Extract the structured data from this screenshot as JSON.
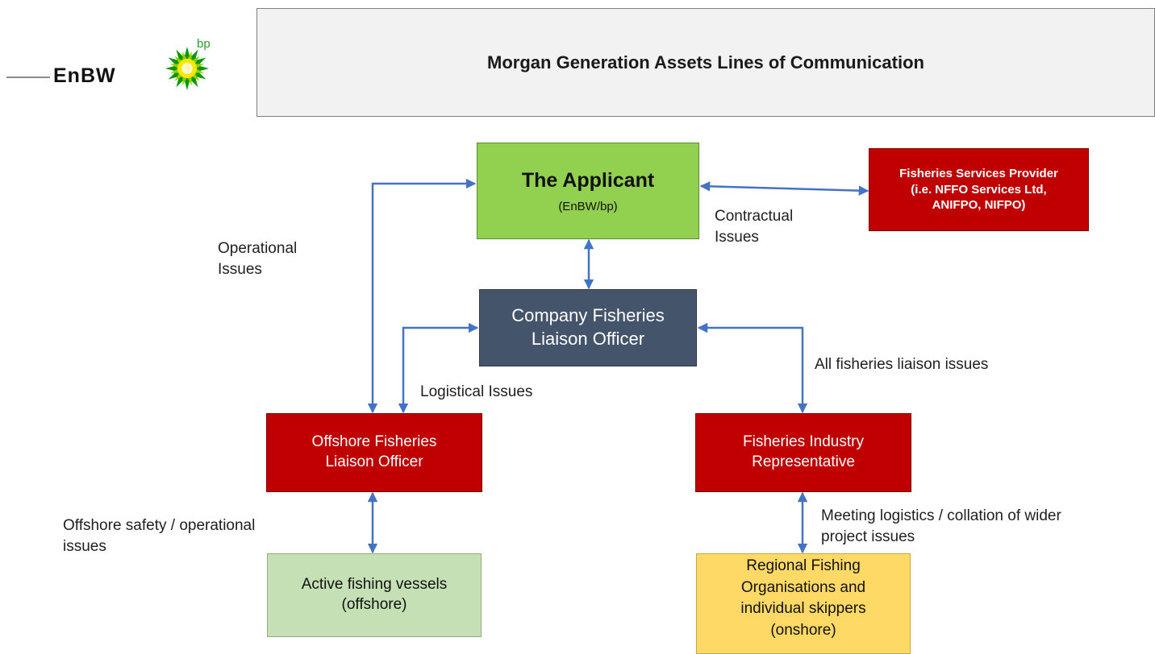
{
  "header": {
    "title": "Morgan Generation Assets Lines of Communication",
    "logo_enbw": "EnBW",
    "logo_bp": "bp"
  },
  "nodes": {
    "applicant": {
      "title": "The Applicant",
      "subtitle": "(EnBW/bp)"
    },
    "fsp": {
      "line1": "Fisheries Services Provider",
      "line2": "(i.e. NFFO Services Ltd,",
      "line3": "ANIFPO, NIFPO)"
    },
    "cflo": {
      "line1": "Company Fisheries",
      "line2": "Liaison Officer"
    },
    "oflo": {
      "line1": "Offshore Fisheries",
      "line2": "Liaison Officer"
    },
    "fir": {
      "line1": "Fisheries Industry",
      "line2": "Representative"
    },
    "vessels": {
      "line1": "Active fishing vessels",
      "line2": "(offshore)"
    },
    "regional": {
      "line1": "Regional Fishing",
      "line2": "Organisations and",
      "line3": "individual skippers",
      "line4": "(onshore)"
    }
  },
  "edge_labels": {
    "operational": {
      "line1": "Operational",
      "line2": "Issues"
    },
    "contractual": {
      "line1": "Contractual",
      "line2": "Issues"
    },
    "logistical": "Logistical Issues",
    "all_fisheries": "All fisheries liaison issues",
    "offshore_safety": {
      "line1": "Offshore safety / operational",
      "line2": "issues"
    },
    "meeting": {
      "line1": "Meeting logistics / collation of wider",
      "line2": "project issues"
    }
  },
  "colors": {
    "applicant": "#92d050",
    "red": "#c00000",
    "cflo": "#44546a",
    "vessels": "#c5e0b4",
    "regional": "#ffd966",
    "arrow": "#4472c4",
    "bp_yellow": "#ffe600",
    "bp_green": "#009900"
  }
}
